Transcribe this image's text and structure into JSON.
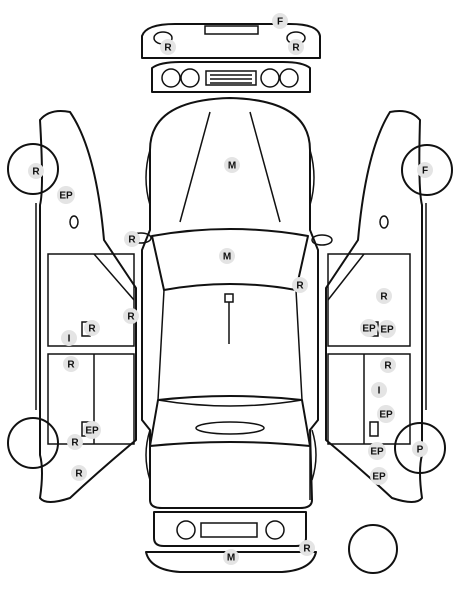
{
  "diagram": {
    "colors": {
      "outline": "#111111",
      "marker_fill": "#e4e4e4",
      "marker_text": "#111111"
    },
    "markers": [
      {
        "id": "front-bumper-f",
        "label": "F"
      },
      {
        "id": "front-bumper-r-left",
        "label": "R"
      },
      {
        "id": "front-bumper-r-right",
        "label": "R"
      },
      {
        "id": "left-front-wheel-r",
        "label": "R"
      },
      {
        "id": "left-fender-ep",
        "label": "EP"
      },
      {
        "id": "hood-m",
        "label": "M"
      },
      {
        "id": "left-mirror-r",
        "label": "R"
      },
      {
        "id": "windshield-m",
        "label": "M"
      },
      {
        "id": "left-front-door-r",
        "label": "R"
      },
      {
        "id": "left-a-pillar-r",
        "label": "R"
      },
      {
        "id": "left-b-pillar-i",
        "label": "I"
      },
      {
        "id": "left-rear-door-r",
        "label": "R"
      },
      {
        "id": "left-rear-quarter-ep",
        "label": "EP"
      },
      {
        "id": "left-rear-wheel-r-upper",
        "label": "R"
      },
      {
        "id": "left-rear-wheel-r-lower",
        "label": "R"
      },
      {
        "id": "right-a-pillar-r",
        "label": "R"
      },
      {
        "id": "right-front-wheel-f",
        "label": "F"
      },
      {
        "id": "right-front-door-r",
        "label": "R"
      },
      {
        "id": "right-b-pillar-ep-left",
        "label": "EP"
      },
      {
        "id": "right-b-pillar-ep-right",
        "label": "EP"
      },
      {
        "id": "right-rear-door-r",
        "label": "R"
      },
      {
        "id": "right-rear-door-i",
        "label": "I"
      },
      {
        "id": "right-rear-door-ep",
        "label": "EP"
      },
      {
        "id": "right-rear-quarter-ep",
        "label": "EP"
      },
      {
        "id": "right-rear-wheel-p",
        "label": "P"
      },
      {
        "id": "right-rocker-ep",
        "label": "EP"
      },
      {
        "id": "rear-bumper-m",
        "label": "M"
      },
      {
        "id": "rear-bumper-r",
        "label": "R"
      }
    ]
  }
}
